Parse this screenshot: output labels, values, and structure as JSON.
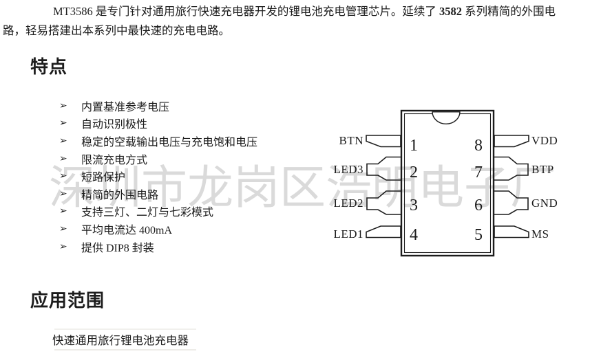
{
  "intro": {
    "line1_pre": "MT3586 是专门针对通用旅行快速充电器开发的锂电池充电管理芯片。延续了 ",
    "line1_bold": "3582",
    "line1_post": " 系列精简的外围电",
    "line2": "路，轻易搭建出本系列中最快速的充电电路。"
  },
  "features": {
    "heading": "特点",
    "bullet_glyph": "➢",
    "items": [
      "内置基准参考电压",
      "自动识别极性",
      "稳定的空载输出电压与充电饱和电压",
      "限流充电方式",
      "短路保护",
      "精简的外围电路",
      "支持三灯、二灯与七彩模式",
      "平均电流达 400mA",
      "提供 DIP8 封装"
    ]
  },
  "chip": {
    "package": "DIP8",
    "left_pins": [
      {
        "label": "BTN",
        "number": "1"
      },
      {
        "label": "LED3",
        "number": "2"
      },
      {
        "label": "LED2",
        "number": "3"
      },
      {
        "label": "LED1",
        "number": "4"
      }
    ],
    "right_pins": [
      {
        "label": "VDD",
        "number": "8"
      },
      {
        "label": "BTP",
        "number": "7"
      },
      {
        "label": "GND",
        "number": "6"
      },
      {
        "label": "MS",
        "number": "5"
      }
    ]
  },
  "applications": {
    "heading": "应用范围",
    "items": [
      "快速通用旅行锂电池充电器"
    ]
  },
  "watermark": "深圳市龙岗区浩明电子厂",
  "colors": {
    "background": "#ffffff",
    "text": "#1c1c1c",
    "watermark": "#dadada",
    "diagram_stroke": "#1c1c1c"
  }
}
